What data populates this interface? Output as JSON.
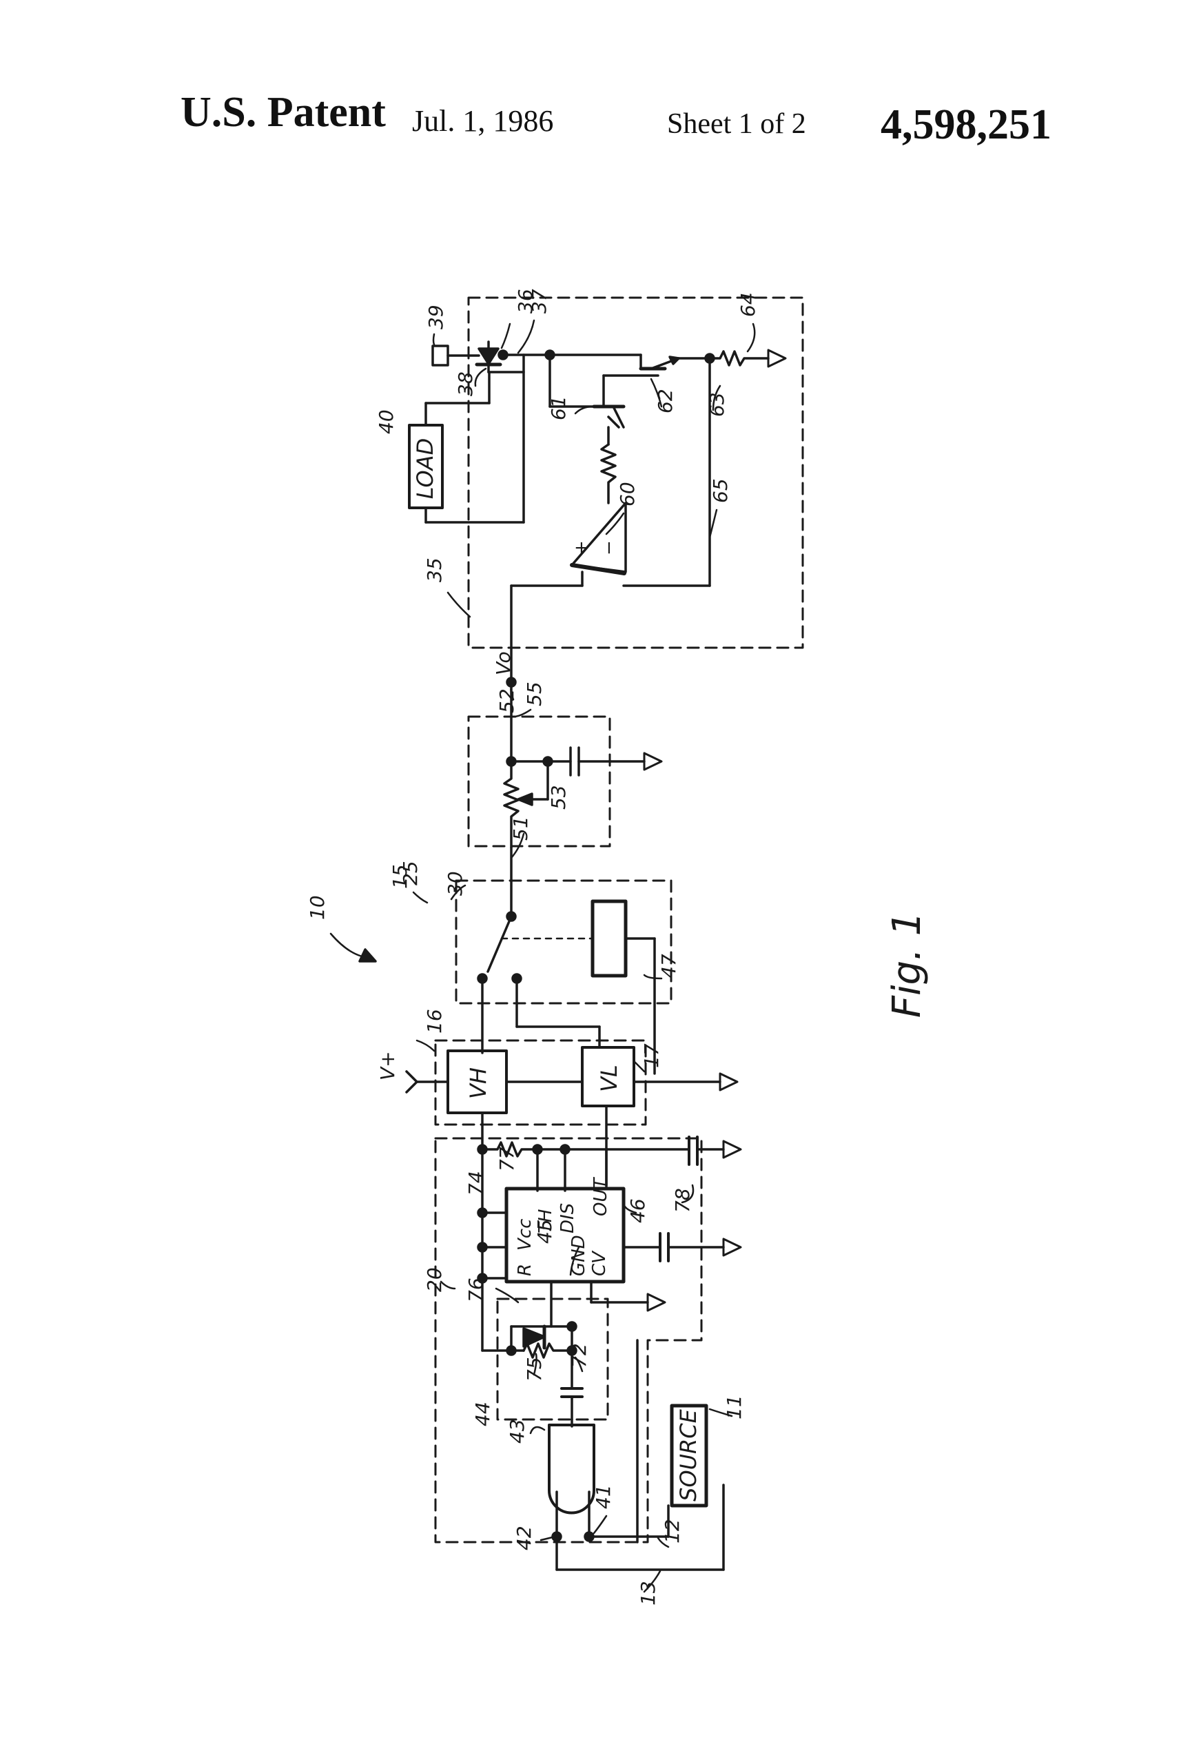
{
  "header": {
    "patent_label": "U.S. Patent",
    "date": "Jul. 1, 1986",
    "sheet": "Sheet 1 of 2",
    "patent_number": "4,598,251"
  },
  "figure": {
    "caption": "Fig. 1",
    "blocks": {
      "load": "LOAD",
      "source": "SOURCE",
      "vh": "VH",
      "vl": "VL",
      "timer_pins": [
        "R",
        "Vcc",
        "TH",
        "DIS",
        "OUT",
        "GND",
        "CV"
      ],
      "opamp_plus": "+",
      "opamp_minus": "−"
    },
    "nodes": {
      "vo": "Vo",
      "vplus": "V+"
    },
    "reference_numerals": [
      "10",
      "11",
      "12",
      "13",
      "15",
      "16",
      "17",
      "20",
      "25",
      "30",
      "35",
      "36",
      "37",
      "38",
      "39",
      "40",
      "41",
      "42",
      "43",
      "44",
      "45",
      "46",
      "47",
      "51",
      "52",
      "53",
      "55",
      "60",
      "61",
      "62",
      "63",
      "64",
      "65",
      "72",
      "74",
      "75",
      "76",
      "77",
      "78"
    ]
  }
}
